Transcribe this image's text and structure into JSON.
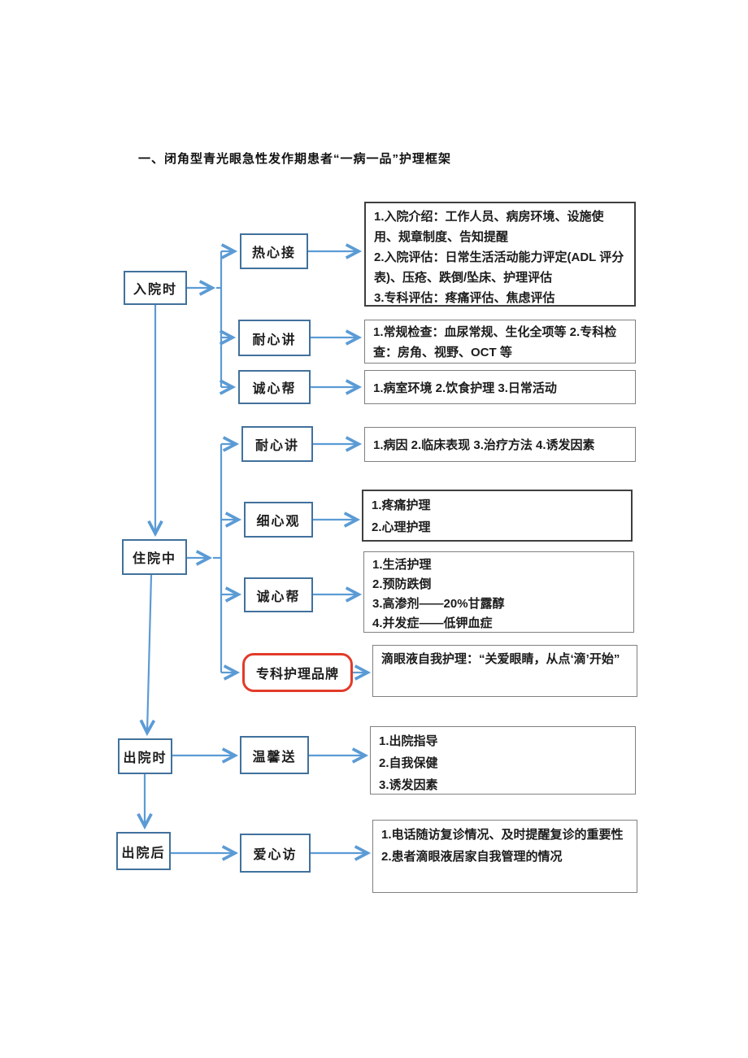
{
  "page": {
    "title": "一、闭角型青光眼急性发作期患者“一病一品”护理框架"
  },
  "colors": {
    "stage_box_border": "#41719c",
    "arrow": "#5b9bd5",
    "detail_box_border": "#808080",
    "detail_box_border_dark": "#3f3f3f",
    "brand_box_border": "#e23b2a",
    "text": "#1c1c1c"
  },
  "flowchart": {
    "stages": [
      {
        "label": "入院时"
      },
      {
        "label": "住院中"
      },
      {
        "label": "出院时"
      },
      {
        "label": "出院后"
      }
    ],
    "actions": [
      {
        "label": "热心接"
      },
      {
        "label": "耐心讲"
      },
      {
        "label": "诚心帮"
      },
      {
        "label": "耐心讲"
      },
      {
        "label": "细心观"
      },
      {
        "label": "诚心帮"
      },
      {
        "label": "专科护理品牌",
        "highlight": true
      },
      {
        "label": "温馨送"
      },
      {
        "label": "爱心访"
      }
    ],
    "details": [
      {
        "text": "1.入院介绍：工作人员、病房环境、设施使用、规章制度、告知提醒\n2.入院评估：日常生活活动能力评定(ADL 评分表)、压疮、跌倒/坠床、护理评估\n3.专科评估：疼痛评估、焦虑评估"
      },
      {
        "text": "1.常规检查：血尿常规、生化全项等 2.专科检查：房角、视野、OCT 等"
      },
      {
        "text": "1.病室环境 2.饮食护理 3.日常活动"
      },
      {
        "text": "1.病因 2.临床表现 3.治疗方法 4.诱发因素"
      },
      {
        "text": "1.疼痛护理\n2.心理护理"
      },
      {
        "text": "1.生活护理\n2.预防跌倒\n3.高渗剂——20%甘露醇\n4.并发症——低钾血症"
      },
      {
        "text": "滴眼液自我护理：“关爱眼睛，从点‘滴’开始”"
      },
      {
        "text": "1.出院指导\n2.自我保健\n3.诱发因素"
      },
      {
        "text": "1.电话随访复诊情况、及时提醒复诊的重要性\n2.患者滴眼液居家自我管理的情况"
      }
    ]
  }
}
